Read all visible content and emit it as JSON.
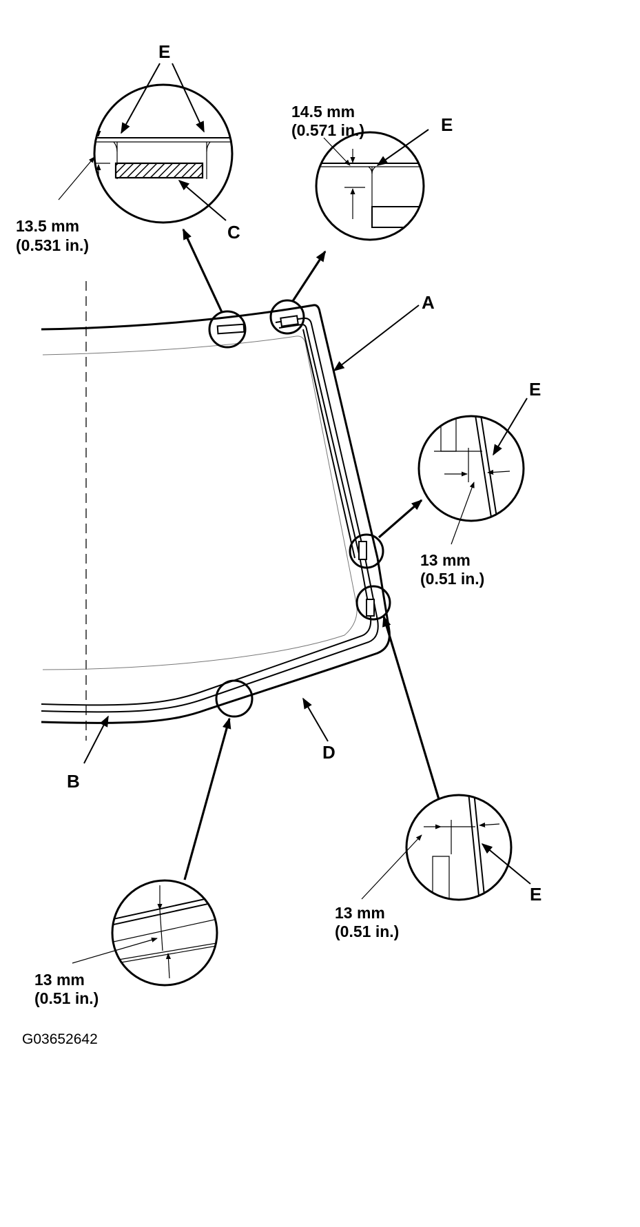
{
  "labels": {
    "a": "A",
    "b": "B",
    "c": "C",
    "d": "D",
    "e": "E"
  },
  "dimensions": {
    "top_left": {
      "mm": "13.5 mm",
      "in": "(0.531 in.)"
    },
    "top_right": {
      "mm": "14.5 mm",
      "in": "(0.571 in.)"
    },
    "side_upper": {
      "mm": "13 mm",
      "in": "(0.51 in.)"
    },
    "side_lower": {
      "mm": "13 mm",
      "in": "(0.51 in.)"
    },
    "bottom": {
      "mm": "13 mm",
      "in": "(0.51 in.)"
    }
  },
  "figure_id": "G03652642"
}
